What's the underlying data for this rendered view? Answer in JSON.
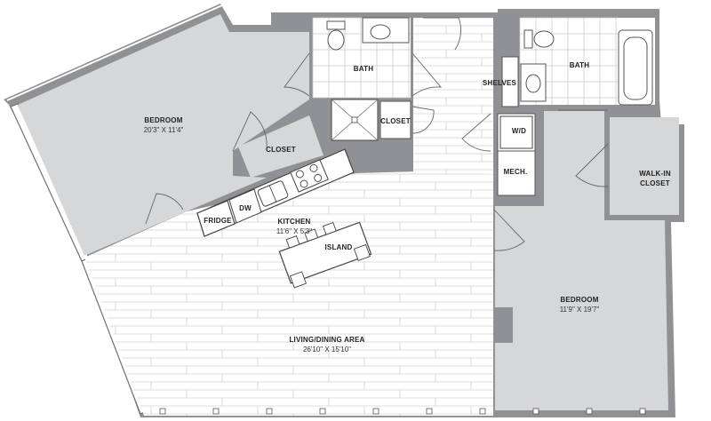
{
  "rooms": {
    "bedroom_1": {
      "name": "BEDROOM",
      "size": "20'3\" X 11'4\""
    },
    "bath_1": {
      "name": "BATH"
    },
    "bath_2": {
      "name": "BATH"
    },
    "shelves": {
      "name": "SHELVES"
    },
    "closet_1": {
      "name": "CLOSET"
    },
    "closet_2": {
      "name": "CLOSET"
    },
    "washer_dryer": {
      "name": "W/D"
    },
    "mech": {
      "name": "MECH."
    },
    "walk_in_closet": {
      "name_line1": "WALK-IN",
      "name_line2": "CLOSET"
    },
    "fridge": {
      "name": "FRIDGE"
    },
    "dishwasher": {
      "name": "DW"
    },
    "kitchen": {
      "name": "KITCHEN",
      "size": "11'6\" X 5'3\""
    },
    "island": {
      "name": "ISLAND"
    },
    "bedroom_2": {
      "name": "BEDROOM",
      "size": "11'9\" X 19'7\""
    },
    "living_dining": {
      "name": "LIVING/DINING AREA",
      "size": "26'10\" X 15'10\""
    }
  },
  "colors": {
    "wall": "#8f9194",
    "carpet": "#d6d7d9",
    "floor": "#ffffff",
    "plank_line": "#cfd0d2"
  }
}
